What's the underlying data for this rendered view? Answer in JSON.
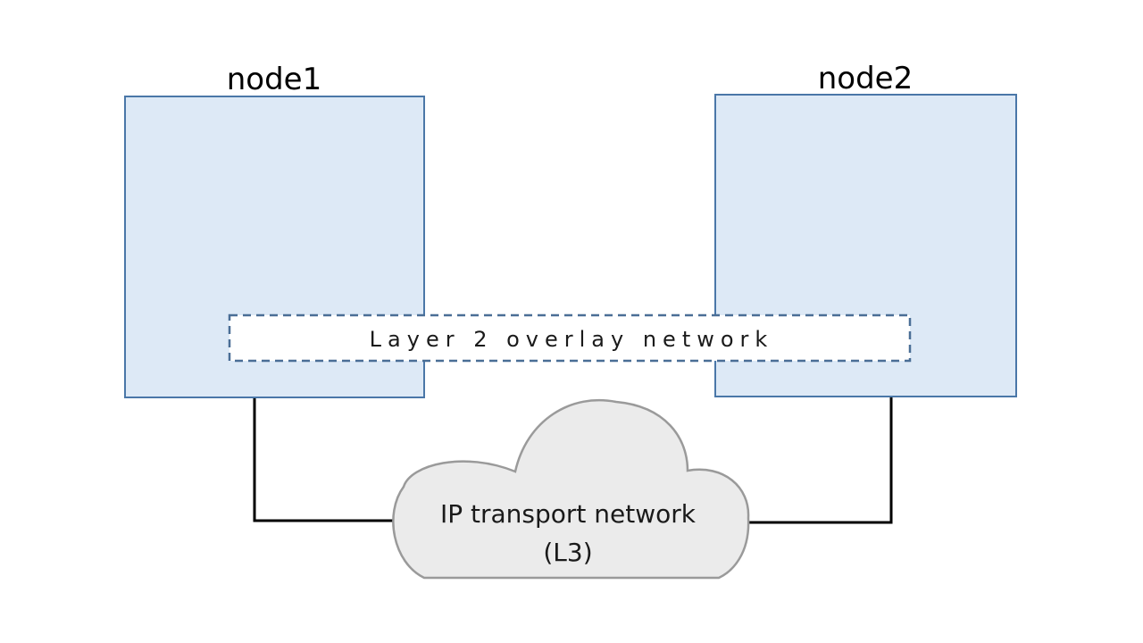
{
  "nodes": {
    "node1": {
      "label": "node1"
    },
    "node2": {
      "label": "node2"
    }
  },
  "overlay": {
    "label": "Layer 2 overlay network"
  },
  "transport": {
    "line1": "IP transport network",
    "line2": "(L3)"
  },
  "colors": {
    "node_fill": "#dde9f6",
    "node_border": "#4a77a8",
    "overlay_border": "#4a6e96",
    "cloud_fill": "#ebebeb",
    "cloud_border": "#9a9a9a",
    "link": "#000000"
  }
}
